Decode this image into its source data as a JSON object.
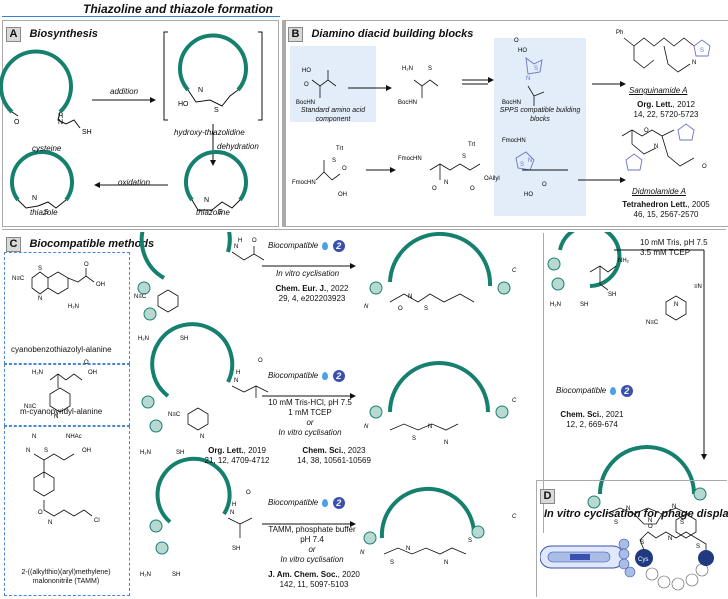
{
  "title": "Thiazoline and thiazole formation",
  "panelA": {
    "letter": "A",
    "heading": "Biosynthesis",
    "labels": {
      "cysteine": "cysteine",
      "addition": "addition",
      "hydroxy": "hydroxy-thiazolidine",
      "dehydration": "dehydration",
      "oxidation": "oxidation",
      "thiazole": "thiazole",
      "thiazoline": "thiazoline"
    }
  },
  "panelB": {
    "letter": "B",
    "heading": "Diamino diacid building blocks",
    "standard": "Standard amino acid component",
    "spps": "SPPS compatible building blocks",
    "sanguinamide": "Sanguinamide A",
    "ref1_journal": "Org. Lett.",
    "ref1_year": ", 2012",
    "ref1_detail": "14, 22, 5720-5723",
    "didmolamide": "Didmolamide A",
    "ref2_journal": "Tetrahedron Lett.",
    "ref2_year": ", 2005",
    "ref2_detail": "46, 15, 2567-2570"
  },
  "panelC": {
    "letter": "C",
    "heading": "Biocompatible methods",
    "compounds": [
      "cyanobenzothiazolyl-alanine",
      "m-cyanopyridyl-alanine",
      "2-((alkylthio)(aryl)methylene) malononitrile (TAMM)"
    ],
    "biocompatible": "Biocompatible",
    "badge_num": "2",
    "invitro": "In vitro cyclisation",
    "r1_journal": "Chem. Eur. J.",
    "r1_year": ", 2022",
    "r1_detail": "29, 4, e202203923",
    "cond2a": "10 mM Tris-HCl, pH 7.5",
    "cond2b": "1 mM TCEP",
    "or": "or",
    "r2a_journal": "Org. Lett.",
    "r2a_year": ", 2019",
    "r2a_detail": "21, 12, 4709-4712",
    "r2b_journal": "Chem. Sci.",
    "r2b_year": ", 2023",
    "r2b_detail": "14, 38, 10561-10569",
    "cond3a": "TAMM, phosphate buffer",
    "cond3b": "pH 7.4",
    "r3_journal": "J. Am. Chem. Soc.",
    "r3_year": ", 2020",
    "r3_detail": "142, 11, 5097-5103",
    "right_cond1": "10 mM Tris, pH 7.5",
    "right_cond2": "3.5 mM TCEP",
    "r4_journal": "Chem. Sci.",
    "r4_year": ", 2021",
    "r4_detail": "12, 2, 669-674",
    "N": "N",
    "C": "C"
  },
  "panelD": {
    "letter": "D",
    "heading": "In vitro cyclisation for phage display",
    "cys": "Cys"
  },
  "colors": {
    "ring": "#16806f",
    "blue_panel": "#e3edf9",
    "frame": "#a9a9a9",
    "accent": "#3a4fb0",
    "bead": "#a9bde6"
  }
}
